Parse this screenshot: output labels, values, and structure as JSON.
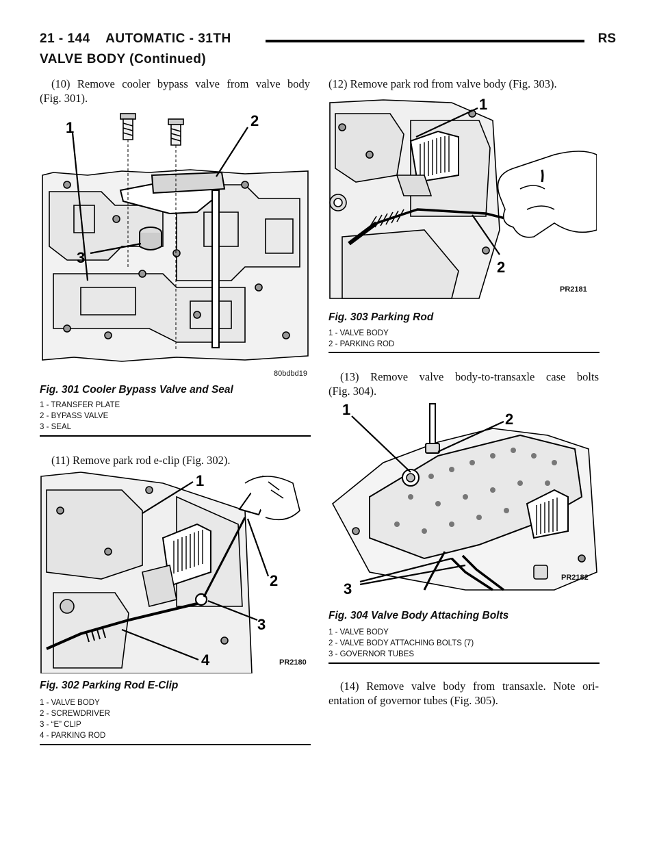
{
  "header": {
    "page_label": "21 - 144    AUTOMATIC - 31TH",
    "right_label": "RS",
    "section": "VALVE BODY (Continued)"
  },
  "steps": {
    "s10_line1": "(10) Remove cooler bypass valve from valve body",
    "s10_line2": "(Fig. 301).",
    "s11": "(11) Remove park rod e-clip (Fig. 302).",
    "s12": "(12) Remove park rod from valve body (Fig. 303).",
    "s13_line1": "(13) Remove valve body-to-transaxle case bolts",
    "s13_line2": "(Fig. 304).",
    "s14_line1": "(14) Remove valve body from transaxle. Note ori-",
    "s14_line2": "entation of governor tubes (Fig. 305)."
  },
  "figures": {
    "fig301": {
      "title": "Fig. 301 Cooler Bypass Valve and Seal",
      "code": "80bdbd19",
      "callouts": [
        "1",
        "2",
        "3"
      ],
      "legend": [
        "1 - TRANSFER PLATE",
        "2 - BYPASS VALVE",
        "3 - SEAL"
      ]
    },
    "fig302": {
      "title": "Fig. 302 Parking Rod E-Clip",
      "code": "PR2180",
      "callouts": [
        "1",
        "2",
        "3",
        "4"
      ],
      "legend": [
        "1 - VALVE BODY",
        "2 - SCREWDRIVER",
        "3 - “E” CLIP",
        "4 - PARKING ROD"
      ]
    },
    "fig303": {
      "title": "Fig. 303 Parking Rod",
      "code": "PR2181",
      "callouts": [
        "1",
        "2"
      ],
      "legend": [
        "1 - VALVE BODY",
        "2 - PARKING ROD"
      ]
    },
    "fig304": {
      "title": "Fig. 304 Valve Body Attaching Bolts",
      "code": "PR2182",
      "callouts": [
        "1",
        "2",
        "3"
      ],
      "legend": [
        "1 - VALVE BODY",
        "2 - VALVE BODY ATTACHING BOLTS (7)",
        "3 - GOVERNOR TUBES"
      ]
    }
  }
}
